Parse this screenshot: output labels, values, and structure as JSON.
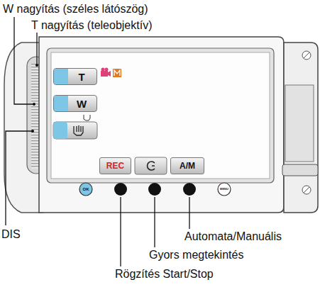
{
  "diagram": {
    "nodes": [
      {
        "text": [
          "T"
        ]
      },
      {
        "text": [
          "W"
        ]
      },
      {
        "text": [
          "REC"
        ]
      },
      {
        "text": [
          "A/M"
        ]
      },
      {
        "text": [
          "OK"
        ]
      },
      {
        "text": [
          "MENU"
        ]
      }
    ],
    "labels": [
      "W nagyítás (széles látószög)",
      "T nagyítás (teleobjektív)",
      "DIS",
      "Automata/Manuális",
      "Gyors megtekintés",
      "Rögzítés Start/Stop"
    ]
  }
}
